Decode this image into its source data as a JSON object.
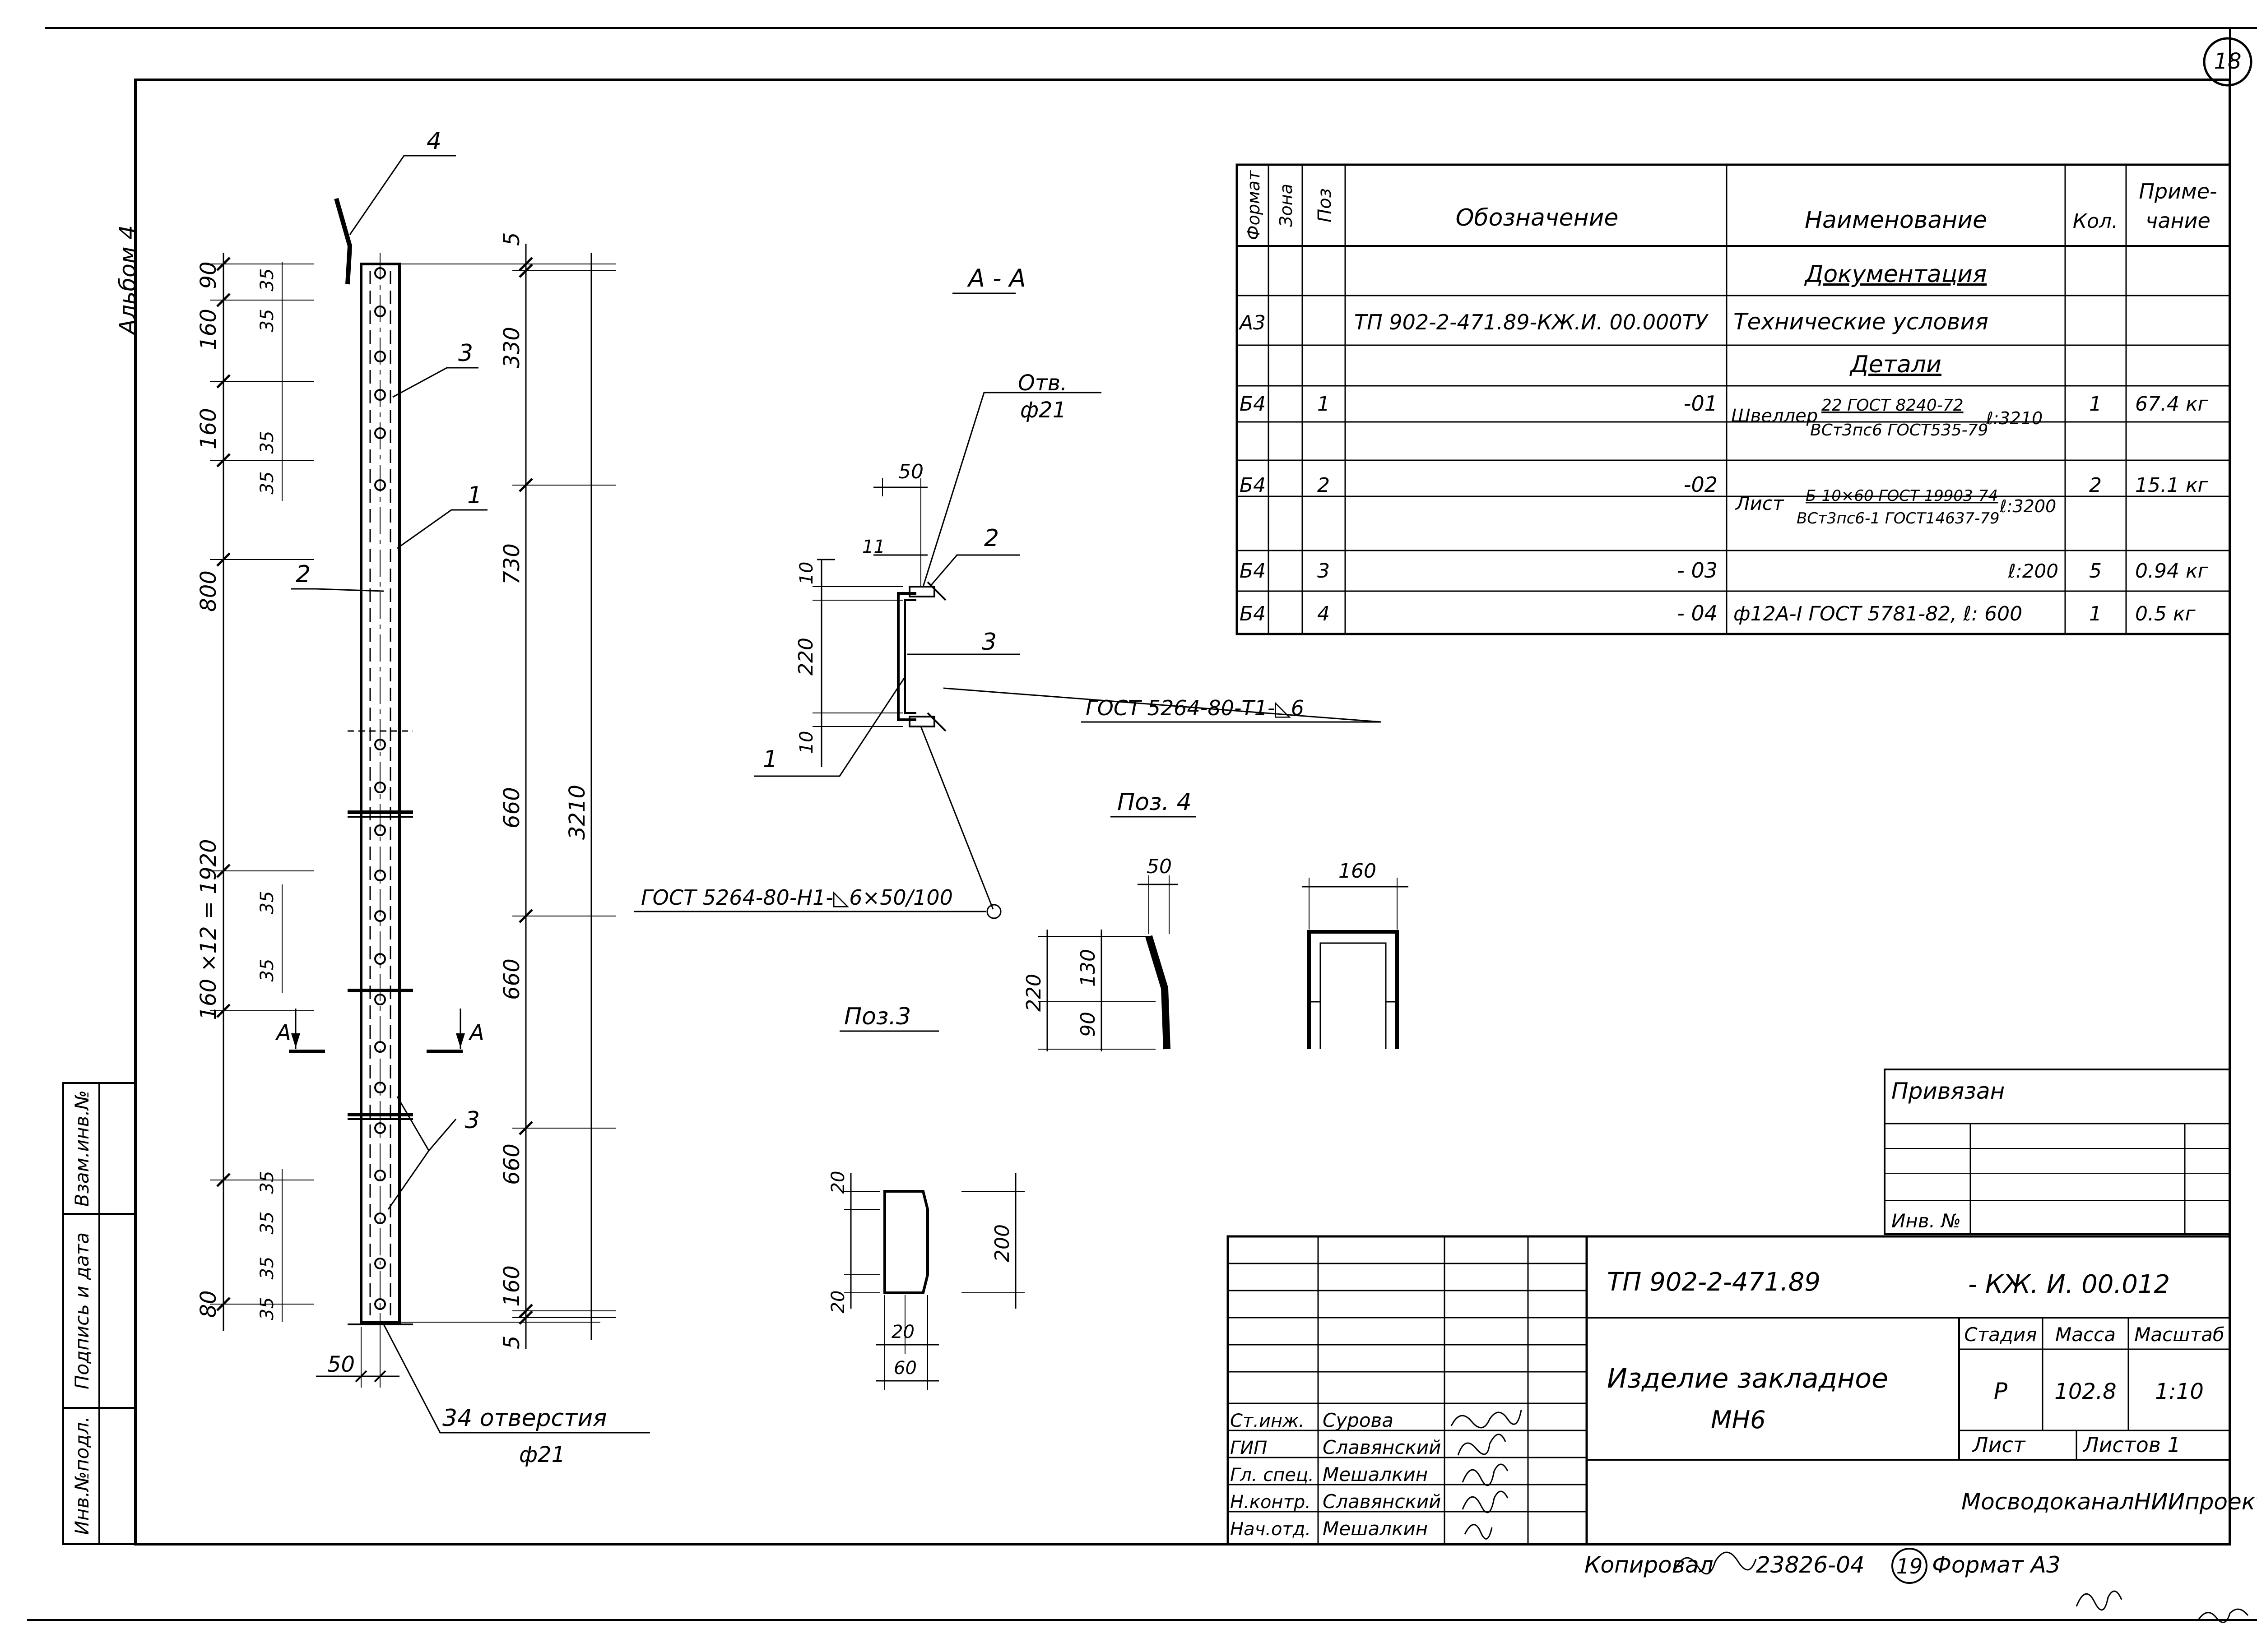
{
  "sheet": {
    "number": "18",
    "album": "Альбом 4",
    "copy_note": "Копировал",
    "copy_num": "23826-04",
    "copy_sheet": "19",
    "format": "Формат А3"
  },
  "side_stamp": {
    "inv_podl": "Инв.№подл.",
    "podpis": "Подпись и дата",
    "vzam": "Взам.инв.№"
  },
  "spec": {
    "headers": {
      "format": "Формат",
      "zona": "Зона",
      "poz": "Поз",
      "oboz": "Обозначение",
      "naim": "Наименование",
      "kol": "Кол.",
      "prim1": "Приме-",
      "prim2": "чание"
    },
    "sec_doc": "Документация",
    "doc_row": {
      "format": "А3",
      "oboz": "ТП 902-2-471.89-КЖ.И. 00.000ТУ",
      "naim": "Технические   условия"
    },
    "sec_det": "Детали",
    "rows": [
      {
        "format": "Б4",
        "poz": "1",
        "oboz": "-01",
        "naim_a": "Швеллер",
        "naim_top": "22 ГОСТ 8240-72",
        "naim_bot": "ВСт3пс6 ГОСТ535-79",
        "naim_len": "ℓ:3210",
        "kol": "1",
        "prim": "67.4 кг"
      },
      {
        "format": "Б4",
        "poz": "2",
        "oboz": "-02",
        "naim_a": "Лист",
        "naim_top": "Б-10×60 ГОСТ 19903-74",
        "naim_bot": "ВСт3пс6-1 ГОСТ14637-79",
        "naim_len": "ℓ:3200",
        "kol": "2",
        "prim": "15.1 кг"
      },
      {
        "format": "Б4",
        "poz": "3",
        "oboz": "- 03",
        "naim": "ℓ:200",
        "kol": "5",
        "prim": "0.94 кг"
      },
      {
        "format": "Б4",
        "poz": "4",
        "oboz": "- 04",
        "naim": "ф12А-I ГОСТ 5781-82,    ℓ: 600",
        "kol": "1",
        "prim": "0.5 кг"
      }
    ]
  },
  "privyazan": {
    "label": "Привязан",
    "inv": "Инв. №"
  },
  "title_block": {
    "code": "ТП 902-2-471.89",
    "code2": "- КЖ. И. 00.012",
    "name1": "Изделие   закладное",
    "name2": "МН6",
    "stadiya_h": "Стадия",
    "massa_h": "Масса",
    "masshtab_h": "Масштаб",
    "stadiya": "Р",
    "massa": "102.8",
    "masshtab": "1:10",
    "list": "Лист",
    "listov": "Листов 1",
    "org": "МосводоканалНИИпроект",
    "signers": [
      {
        "role": "Ст.инж.",
        "name": "Сурова"
      },
      {
        "role": "ГИП",
        "name": "Славянский"
      },
      {
        "role": "Гл. спец.",
        "name": "Мешалкин"
      },
      {
        "role": "Н.контр.",
        "name": "Славянский"
      },
      {
        "role": "Нач.отд.",
        "name": "Мешалкин"
      }
    ]
  },
  "drawing": {
    "leader_4": "4",
    "leader_3": "3",
    "leader_1": "1",
    "leader_2": "2",
    "leader_3b": "3",
    "d_5a": "5",
    "d_330": "330",
    "d_730": "730",
    "d_660a": "660",
    "d_660b": "660",
    "d_660c": "660",
    "d_160r": "160",
    "d_5b": "5",
    "d_3210": "3210",
    "d_90": "90",
    "d_160a": "160",
    "d_160b": "160",
    "d_800": "800",
    "d_1920": "160 ×12 = 1920",
    "d_80": "80",
    "d_35a": "35",
    "d_35b": "35",
    "d_35c": "35",
    "d_35d": "35",
    "d_35e": "35",
    "d_35f": "35",
    "d_35g": "35",
    "d_35h": "35",
    "d_35i": "35",
    "d_35j": "35",
    "d_50": "50",
    "holes1": "34 отверстия",
    "holes2": "ф21",
    "sec_A1": "А",
    "sec_A2": "А"
  },
  "section_aa": {
    "title": "А - А",
    "otv1": "Отв.",
    "otv2": "ф21",
    "d_50": "50",
    "d_11": "11",
    "d_10a": "10",
    "d_220": "220",
    "d_10b": "10",
    "l1": "1",
    "l2": "2",
    "l3": "3",
    "gost1": "ГОСТ 5264-80-Т1-◺6",
    "gost2": "ГОСТ 5264-80-Н1-◺6×50/100"
  },
  "poz4": {
    "title": "Поз. 4",
    "d_50": "50",
    "d_160": "160",
    "d_220": "220",
    "d_130": "130",
    "d_90": "90"
  },
  "poz3": {
    "title": "Поз.3",
    "d_20a": "20",
    "d_20b": "20",
    "d_200": "200",
    "d_20c": "20",
    "d_60": "60"
  }
}
